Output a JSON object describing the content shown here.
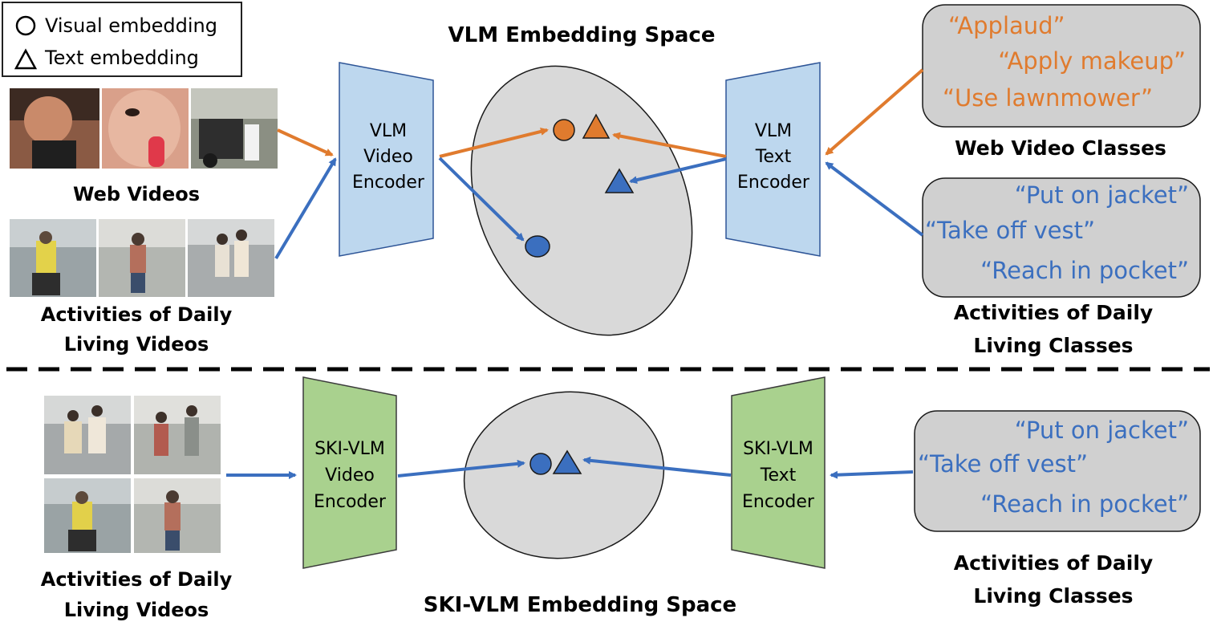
{
  "legend": {
    "visual_label": "Visual embedding",
    "text_label": "Text embedding"
  },
  "top": {
    "title": "VLM Embedding Space",
    "web_videos_label": "Web Videos",
    "adl_videos_label": [
      "Activities of Daily",
      "Living Videos"
    ],
    "video_encoder": [
      "VLM",
      "Video",
      "Encoder"
    ],
    "text_encoder": [
      "VLM",
      "Text",
      "Encoder"
    ],
    "web_classes": [
      "“Applaud”",
      "“Apply makeup”",
      "“Use lawnmower”"
    ],
    "web_classes_label": "Web Video Classes",
    "adl_classes": [
      "“Put on jacket”",
      "“Take off vest”",
      "“Reach in pocket”"
    ],
    "adl_classes_label": [
      "Activities of Daily",
      "Living Classes"
    ]
  },
  "bottom": {
    "title": "SKI-VLM Embedding Space",
    "adl_videos_label": [
      "Activities of Daily",
      "Living Videos"
    ],
    "video_encoder": [
      "SKI-VLM",
      "Video",
      "Encoder"
    ],
    "text_encoder": [
      "SKI-VLM",
      "Text",
      "Encoder"
    ],
    "adl_classes": [
      "“Put on jacket”",
      "“Take off vest”",
      "“Reach in pocket”"
    ],
    "adl_classes_label": [
      "Activities of Daily",
      "Living Classes"
    ]
  },
  "colors": {
    "web": "#E07B2E",
    "adl": "#3B6FBF",
    "vlm_encoder": "#BDD7EE",
    "ski_encoder": "#A9D18E",
    "space": "#D9D9D9",
    "class_box": "#D0D0D0"
  }
}
